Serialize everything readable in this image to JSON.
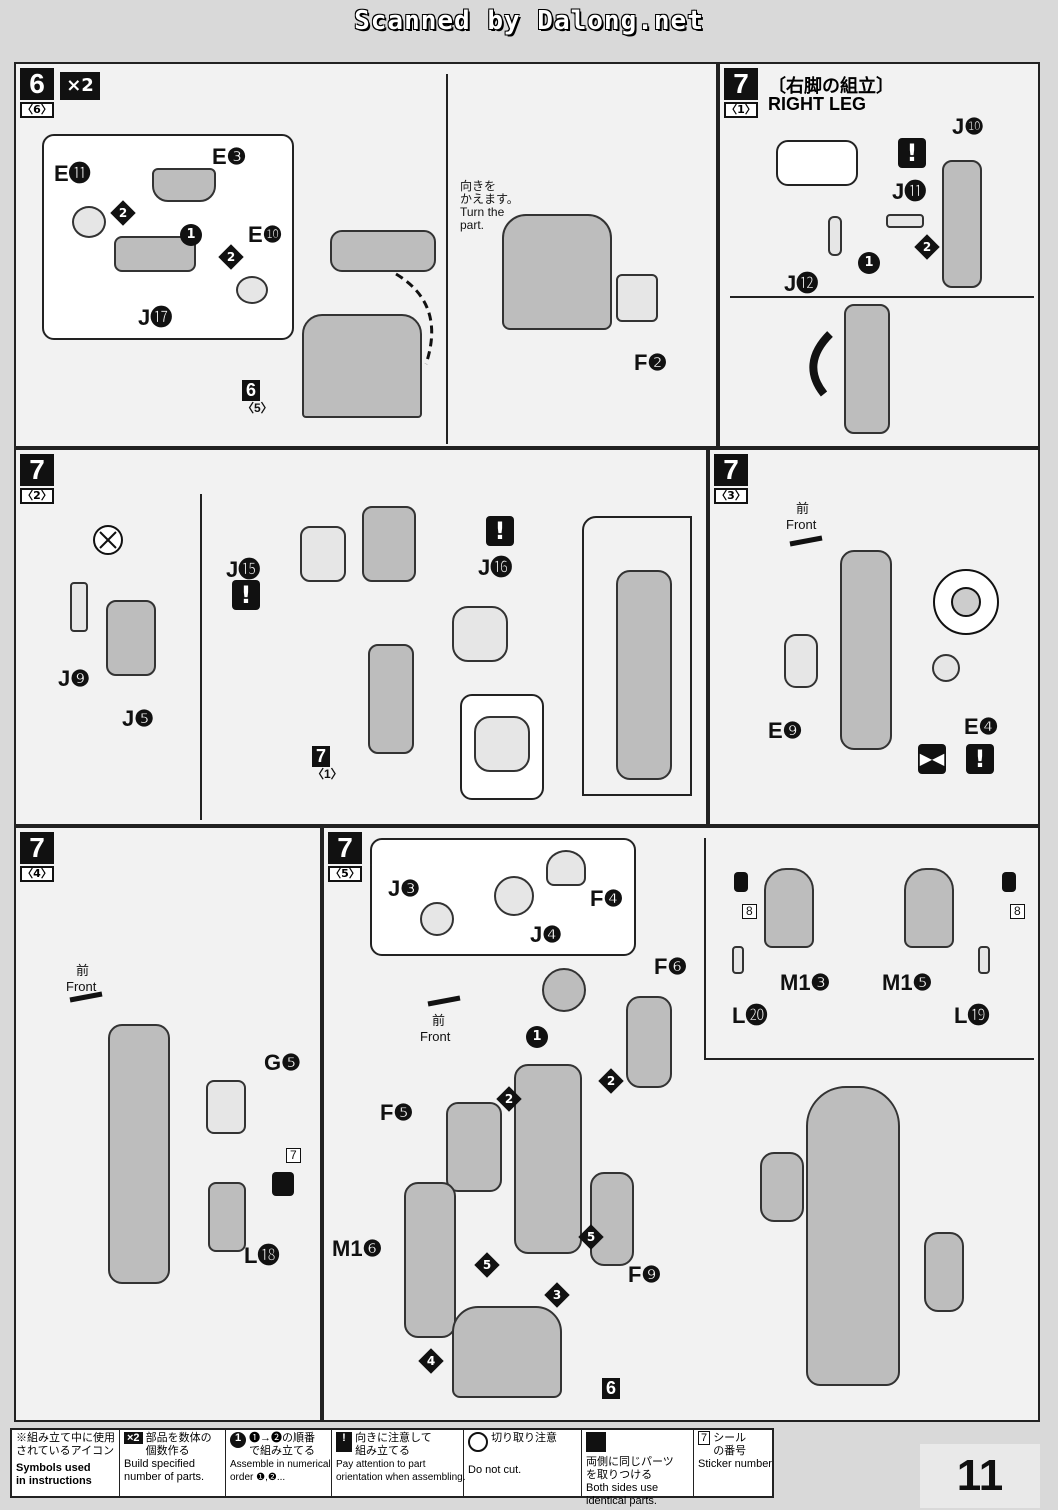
{
  "header": {
    "scan_credit": "Scanned by Dalong.net"
  },
  "panel_6": {
    "step": "6",
    "substep": "〈6〉",
    "multiplier": "×2",
    "labels": {
      "e11": "E⓫",
      "e3": "E❸",
      "e10": "E❿",
      "j17": "J⓱",
      "f2": "F❷",
      "ref6": "6",
      "ref6sub": "〈5〉"
    },
    "note": "向きを\nかえます。\nTurn the\npart."
  },
  "panel_7_1": {
    "step": "7",
    "substep": "〈1〉",
    "title_jp": "〔右脚の組立〕",
    "title_en": "RIGHT LEG",
    "labels": {
      "j10": "J❿",
      "j11": "J⓫",
      "j12": "J⓬"
    }
  },
  "panel_7_2": {
    "step": "7",
    "substep": "〈2〉",
    "labels": {
      "j9": "J❾",
      "j5": "J❺",
      "j15": "J⓯",
      "j16": "J⓰",
      "ref7": "7",
      "ref7sub": "〈1〉"
    }
  },
  "panel_7_3": {
    "step": "7",
    "substep": "〈3〉",
    "front_jp": "前",
    "front_en": "Front",
    "labels": {
      "e9": "E❾",
      "e4": "E❹"
    }
  },
  "panel_7_4": {
    "step": "7",
    "substep": "〈4〉",
    "front_jp": "前",
    "front_en": "Front",
    "labels": {
      "g5": "G❺",
      "l18": "L⓲",
      "sticker": "7"
    }
  },
  "panel_7_5": {
    "step": "7",
    "substep": "〈5〉",
    "front_jp": "前",
    "front_en": "Front",
    "labels": {
      "j3": "J❸",
      "j4": "J❹",
      "f4": "F❹",
      "f6": "F❻",
      "f5": "F❺",
      "m16": "M1❻",
      "f9": "F❾",
      "ref6": "6",
      "m13": "M1❸",
      "l20": "L⓴",
      "m15": "M1❺",
      "l19": "L⓳",
      "sticker_a": "8",
      "sticker_b": "8"
    }
  },
  "legend": {
    "intro_jp": "※組み立て中に使用\nされているアイコン",
    "intro_en": "Symbols used\nin instructions",
    "items": [
      {
        "icon": "×2",
        "jp": "部品を数体の\n個数作る",
        "en": "Build specified\nnumber of parts."
      },
      {
        "icon": "1",
        "jp": "❶→❷の順番\nで組み立てる",
        "en": "Assemble in numerical\norder ❶,❷..."
      },
      {
        "icon": "!",
        "jp": "向きに注意して\n組み立てる",
        "en": "Pay attention to part\norientation when assembling."
      },
      {
        "icon": "cut",
        "jp": "切り取り注意",
        "en": "Do not cut."
      },
      {
        "icon": "both",
        "jp": "両側に同じパーツ\nを取りつける",
        "en": "Both sides use\nidentical parts."
      },
      {
        "icon": "sticker",
        "num": "7",
        "jp": "シール\nの番号",
        "en": "Sticker number"
      }
    ]
  },
  "page_number": "11"
}
